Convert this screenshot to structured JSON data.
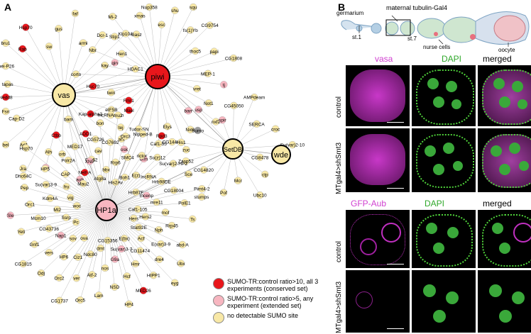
{
  "panels": {
    "a": "A",
    "b": "B"
  },
  "colors": {
    "conserved": "#e8161b",
    "extended": "#f7b6c0",
    "none": "#f8e8a6",
    "sumo": "#9c9c9c",
    "vasa": "#d040d0",
    "dapi": "#4fd23a"
  },
  "hubs": [
    {
      "id": "vas",
      "label": "vas"
    },
    {
      "id": "piwi",
      "label": "piwi"
    },
    {
      "id": "setdb",
      "label": "SetDB"
    },
    {
      "id": "wde",
      "label": "wde"
    },
    {
      "id": "hp1a",
      "label": "HP1a"
    }
  ],
  "nodes": [
    {
      "label": "eIF5B",
      "cat": "none",
      "hub": "vas"
    },
    {
      "label": "tej",
      "cat": "none",
      "hub": "vas"
    },
    {
      "label": "osk",
      "cat": "extended",
      "hub": "vas"
    },
    {
      "label": "CG5726",
      "cat": "none",
      "hub": "vas"
    },
    {
      "label": "Rm62",
      "cat": "none",
      "hub": "vas"
    },
    {
      "label": "aub",
      "cat": "extended",
      "hub": "vas"
    },
    {
      "label": "orb",
      "cat": "none",
      "hub": "vas"
    },
    {
      "label": "otu",
      "cat": "extended",
      "hub": "vas"
    },
    {
      "label": "Dhc64C",
      "cat": "none",
      "hub": "vas"
    },
    {
      "label": "Arl1",
      "cat": "none",
      "hub": "vas"
    },
    {
      "label": "bel",
      "cat": "none",
      "hub": "vas"
    },
    {
      "label": "Cap-D2",
      "cat": "none",
      "hub": "vas"
    },
    {
      "label": "Fsn",
      "cat": "none",
      "hub": "vas"
    },
    {
      "label": "Nedd8",
      "cat": "conserved",
      "hub": "vas"
    },
    {
      "label": "tapas",
      "cat": "none",
      "hub": "vas"
    },
    {
      "label": "mei-P26",
      "cat": "none",
      "hub": "vas"
    },
    {
      "label": "bru1",
      "cat": "none",
      "hub": "vas"
    },
    {
      "label": "Rab",
      "cat": "conserved",
      "hub": "vas"
    },
    {
      "label": "Hsp70",
      "cat": "conserved",
      "hub": "vas"
    },
    {
      "label": "sw",
      "cat": "none",
      "hub": "vas"
    },
    {
      "label": "gus",
      "cat": "none",
      "hub": "vas"
    },
    {
      "label": "faf",
      "cat": "none",
      "hub": "vas"
    },
    {
      "label": "armi",
      "cat": "none",
      "hub": "vas"
    },
    {
      "label": "Dcr-1",
      "cat": "none",
      "hub": "vas"
    },
    {
      "label": "Klp10A",
      "cat": "none",
      "hub": "vas"
    },
    {
      "label": "qin",
      "cat": "extended",
      "hub": "vas"
    },
    {
      "label": "HDAC1",
      "cat": "none",
      "hub": "vas"
    },
    {
      "label": "cup",
      "cat": "extended",
      "hub": "vas"
    },
    {
      "label": "Fmr1",
      "cat": "conserved",
      "hub": "vas"
    },
    {
      "label": "vret",
      "cat": "none",
      "hub": "piwi"
    },
    {
      "label": "Not1",
      "cat": "none",
      "hub": "piwi"
    },
    {
      "label": "nxf2",
      "cat": "none",
      "hub": "piwi"
    },
    {
      "label": "barr",
      "cat": "extended",
      "hub": "piwi"
    },
    {
      "label": "Nxt1",
      "cat": "none",
      "hub": "piwi"
    },
    {
      "label": "zuc",
      "cat": "none",
      "hub": "piwi"
    },
    {
      "label": "Elys",
      "cat": "none",
      "hub": "piwi"
    },
    {
      "label": "Caf1-55",
      "cat": "none",
      "hub": "piwi"
    },
    {
      "label": "brm",
      "cat": "extended",
      "hub": "piwi"
    },
    {
      "label": "Tudor-SN",
      "cat": "none",
      "hub": "piwi"
    },
    {
      "label": "arx",
      "cat": "none",
      "hub": "piwi"
    },
    {
      "label": "Mael",
      "cat": "conserved",
      "hub": "piwi"
    },
    {
      "label": "lncRNA:flam",
      "cat": "none",
      "hub": "piwi"
    },
    {
      "label": "Kap-alpha3",
      "cat": "conserved",
      "hub": "piwi"
    },
    {
      "label": "twin",
      "cat": "none",
      "hub": "piwi"
    },
    {
      "label": "Hsc70",
      "cat": "conserved",
      "hub": "piwi"
    },
    {
      "label": "corto",
      "cat": "none",
      "hub": "piwi"
    },
    {
      "label": "kay",
      "cat": "none",
      "hub": "piwi"
    },
    {
      "label": "Nbr",
      "cat": "none",
      "hub": "piwi"
    },
    {
      "label": "Hen1",
      "cat": "none",
      "hub": "piwi"
    },
    {
      "label": "Stip1",
      "cat": "none",
      "hub": "piwi"
    },
    {
      "label": "Mi-2",
      "cat": "none",
      "hub": "piwi"
    },
    {
      "label": "Gasz",
      "cat": "none",
      "hub": "piwi"
    },
    {
      "label": "xmas",
      "cat": "none",
      "hub": "piwi"
    },
    {
      "label": "Nup358",
      "cat": "none",
      "hub": "piwi"
    },
    {
      "label": "esc",
      "cat": "none",
      "hub": "piwi"
    },
    {
      "label": "shu",
      "cat": "none",
      "hub": "piwi"
    },
    {
      "label": "squ",
      "cat": "none",
      "hub": "piwi"
    },
    {
      "label": "fs(1)Yb",
      "cat": "none",
      "hub": "piwi"
    },
    {
      "label": "CG9754",
      "cat": "none",
      "hub": "piwi"
    },
    {
      "label": "thoc5",
      "cat": "none",
      "hub": "piwi"
    },
    {
      "label": "papi",
      "cat": "none",
      "hub": "piwi"
    },
    {
      "label": "CG1808",
      "cat": "none",
      "hub": "piwi"
    },
    {
      "label": "MEP-1",
      "cat": "none",
      "hub": "piwi"
    },
    {
      "label": "CG8478",
      "cat": "none",
      "hub": "setdb"
    },
    {
      "label": "ctp",
      "cat": "none",
      "hub": "setdb"
    },
    {
      "label": "Ubc10",
      "cat": "none",
      "hub": "setdb"
    },
    {
      "label": "Mcr",
      "cat": "none",
      "hub": "setdb"
    },
    {
      "label": "Pof",
      "cat": "none",
      "hub": "setdb"
    },
    {
      "label": "stumps",
      "cat": "none",
      "hub": "setdb"
    },
    {
      "label": "CG14820",
      "cat": "none",
      "hub": "setdb"
    },
    {
      "label": "Zasp52",
      "cat": "none",
      "hub": "setdb"
    },
    {
      "label": "CG14464",
      "cat": "none",
      "hub": "setdb"
    },
    {
      "label": "Sumo",
      "cat": "sumo",
      "hub": "setdb"
    },
    {
      "label": "usp",
      "cat": "extended",
      "hub": "setdb"
    },
    {
      "label": "spir",
      "cat": "extended",
      "hub": "setdb"
    },
    {
      "label": "CG45050",
      "cat": "none",
      "hub": "setdb"
    },
    {
      "label": "AMPdeam",
      "cat": "none",
      "hub": "setdb"
    },
    {
      "label": "SERCA",
      "cat": "none",
      "hub": "setdb"
    },
    {
      "label": "croc",
      "cat": "none",
      "hub": "setdb"
    },
    {
      "label": "Hers",
      "cat": "none",
      "hub": "hp1a"
    },
    {
      "label": "Nph",
      "cat": "none",
      "hub": "hp1a"
    },
    {
      "label": "abd-A",
      "cat": "none",
      "hub": "hp1a"
    },
    {
      "label": "Stat92E",
      "cat": "none",
      "hub": "hp1a"
    },
    {
      "label": "E(var)3-9",
      "cat": "none",
      "hub": "hp1a"
    },
    {
      "label": "Ubx",
      "cat": "none",
      "hub": "hp1a"
    },
    {
      "label": "Acf",
      "cat": "none",
      "hub": "hp1a"
    },
    {
      "label": "dre4",
      "cat": "none",
      "hub": "hp1a"
    },
    {
      "label": "eyg",
      "cat": "none",
      "hub": "hp1a"
    },
    {
      "label": "CG11474",
      "cat": "none",
      "hub": "hp1a"
    },
    {
      "label": "HIPP1",
      "cat": "none",
      "hub": "hp1a"
    },
    {
      "label": "E(bx)",
      "cat": "none",
      "hub": "hp1a"
    },
    {
      "label": "Hmr",
      "cat": "none",
      "hub": "hp1a"
    },
    {
      "label": "MED26",
      "cat": "conserved",
      "hub": "hp1a"
    },
    {
      "label": "Su(var)3-7",
      "cat": "extended",
      "hub": "hp1a"
    },
    {
      "label": "Hcf",
      "cat": "none",
      "hub": "hp1a"
    },
    {
      "label": "HP4",
      "cat": "none",
      "hub": "hp1a"
    },
    {
      "label": "G9a",
      "cat": "extended",
      "hub": "hp1a"
    },
    {
      "label": "NSD",
      "cat": "none",
      "hub": "hp1a"
    },
    {
      "label": "CG15356",
      "cat": "none",
      "hub": "hp1a"
    },
    {
      "label": "nos",
      "cat": "none",
      "hub": "hp1a"
    },
    {
      "label": "Lam",
      "cat": "none",
      "hub": "hp1a"
    },
    {
      "label": "dmt",
      "cat": "none",
      "hub": "hp1a"
    },
    {
      "label": "Atf-2",
      "cat": "none",
      "hub": "hp1a"
    },
    {
      "label": "Orc5",
      "cat": "none",
      "hub": "hp1a"
    },
    {
      "label": "Ndc80",
      "cat": "none",
      "hub": "hp1a"
    },
    {
      "label": "ver",
      "cat": "none",
      "hub": "hp1a"
    },
    {
      "label": "CG1737",
      "cat": "none",
      "hub": "hp1a"
    },
    {
      "label": "Ciz1",
      "cat": "none",
      "hub": "hp1a"
    },
    {
      "label": "Orc2",
      "cat": "none",
      "hub": "hp1a"
    },
    {
      "label": "ova",
      "cat": "none",
      "hub": "hp1a"
    },
    {
      "label": "HP6",
      "cat": "none",
      "hub": "hp1a"
    },
    {
      "label": "Odj",
      "cat": "none",
      "hub": "hp1a"
    },
    {
      "label": "sov",
      "cat": "none",
      "hub": "hp1a"
    },
    {
      "label": "vers",
      "cat": "none",
      "hub": "hp1a"
    },
    {
      "label": "CG1815",
      "cat": "none",
      "hub": "hp1a"
    },
    {
      "label": "Nap1",
      "cat": "extended",
      "hub": "hp1a"
    },
    {
      "label": "Gnf1",
      "cat": "none",
      "hub": "hp1a"
    },
    {
      "label": "Pc",
      "cat": "none",
      "hub": "hp1a"
    },
    {
      "label": "CG43736",
      "cat": "none",
      "hub": "hp1a"
    },
    {
      "label": "Yeti",
      "cat": "none",
      "hub": "hp1a"
    },
    {
      "label": "Ssrp",
      "cat": "none",
      "hub": "hp1a"
    },
    {
      "label": "Mcm10",
      "cat": "none",
      "hub": "hp1a"
    },
    {
      "label": "Sle",
      "cat": "extended",
      "hub": "hp1a"
    },
    {
      "label": "Ml2",
      "cat": "none",
      "hub": "hp1a"
    },
    {
      "label": "Orc1",
      "cat": "none",
      "hub": "hp1a"
    },
    {
      "label": "woc",
      "cat": "none",
      "hub": "hp1a"
    },
    {
      "label": "Kdm4A",
      "cat": "none",
      "hub": "hp1a"
    },
    {
      "label": "Pep",
      "cat": "none",
      "hub": "hp1a"
    },
    {
      "label": "vig",
      "cat": "none",
      "hub": "hp1a"
    },
    {
      "label": "Su(var)3-9",
      "cat": "none",
      "hub": "hp1a"
    },
    {
      "label": "Jra",
      "cat": "none",
      "hub": "hp1a"
    },
    {
      "label": "fru",
      "cat": "none",
      "hub": "hp1a"
    },
    {
      "label": "HP5",
      "cat": "none",
      "hub": "hp1a"
    },
    {
      "label": "Hsp70",
      "cat": "none",
      "hub": "hp1a"
    },
    {
      "label": "CAP",
      "cat": "none",
      "hub": "hp1a"
    },
    {
      "label": "Alh",
      "cat": "none",
      "hub": "hp1a"
    },
    {
      "label": "Mau2",
      "cat": "none",
      "hub": "hp1a"
    },
    {
      "label": "Polr2A",
      "cat": "none",
      "hub": "hp1a"
    },
    {
      "label": "Ctbp",
      "cat": "conserved",
      "hub": "hp1a"
    },
    {
      "label": "Nelf-A",
      "cat": "conserved",
      "hub": "hp1a"
    },
    {
      "label": "MED17",
      "cat": "none",
      "hub": "hp1a"
    },
    {
      "label": "bam",
      "cat": "none",
      "hub": "hp1a"
    },
    {
      "label": "XNP",
      "cat": "extended",
      "hub": "hp1a"
    },
    {
      "label": "ADD1",
      "cat": "conserved",
      "hub": "hp1a"
    },
    {
      "label": "Atg8a",
      "cat": "none",
      "hub": "hp1a"
    },
    {
      "label": "cav",
      "cat": "none",
      "hub": "hp1a"
    },
    {
      "label": "bon",
      "cat": "none",
      "hub": "hp1a"
    },
    {
      "label": "bbx",
      "cat": "none",
      "hub": "hp1a"
    },
    {
      "label": "CG7692",
      "cat": "none",
      "hub": "hp1a"
    },
    {
      "label": "mu2",
      "cat": "none",
      "hub": "hp1a"
    },
    {
      "label": "Rrp6",
      "cat": "none",
      "hub": "hp1a"
    },
    {
      "label": "Orc3",
      "cat": "none",
      "hub": "hp1a"
    },
    {
      "label": "His2Av",
      "cat": "none",
      "hub": "hp1a"
    },
    {
      "label": "SMC4",
      "cat": "none",
      "hub": "hp1a"
    },
    {
      "label": "Nipped-B",
      "cat": "none",
      "hub": "hp1a"
    },
    {
      "label": "Boh1",
      "cat": "none",
      "hub": "hp1a"
    },
    {
      "label": "rictor",
      "cat": "none",
      "hub": "hp1a"
    },
    {
      "label": "Rpd3",
      "cat": "conserved",
      "hub": "hp1a"
    },
    {
      "label": "E(z)",
      "cat": "none",
      "hub": "hp1a"
    },
    {
      "label": "Su(z)12",
      "cat": "none",
      "hub": "hp1a"
    },
    {
      "label": "His1",
      "cat": "none",
      "hub": "hp1a"
    },
    {
      "label": "lncRNA",
      "cat": "none",
      "hub": "hp1a"
    },
    {
      "label": "Su(var)2-HP2",
      "cat": "none",
      "hub": "hp1a"
    },
    {
      "label": "Hrb87F",
      "cat": "none",
      "hub": "hp1a"
    },
    {
      "label": "Hrb98DE",
      "cat": "none",
      "hub": "hp1a"
    },
    {
      "label": "Sce",
      "cat": "none",
      "hub": "hp1a"
    },
    {
      "label": "Incenp",
      "cat": "extended",
      "hub": "hp1a"
    },
    {
      "label": "CG18004",
      "cat": "none",
      "hub": "hp1a"
    },
    {
      "label": "Pimt4-2",
      "cat": "none",
      "hub": "hp1a"
    },
    {
      "label": "mre11",
      "cat": "none",
      "hub": "hp1a"
    },
    {
      "label": "PolE1",
      "cat": "none",
      "hub": "hp1a"
    },
    {
      "label": "Caf1-105",
      "cat": "none",
      "hub": "hp1a"
    },
    {
      "label": "mof",
      "cat": "none",
      "hub": "hp1a"
    },
    {
      "label": "Ts",
      "cat": "none",
      "hub": "hp1a"
    },
    {
      "label": "Hers2",
      "cat": "none",
      "hub": "hp1a"
    },
    {
      "label": "Rrp45",
      "cat": "none",
      "hub": "hp1a"
    },
    {
      "label": "tj",
      "cat": "extended",
      "hub": "piwi"
    },
    {
      "label": "Su(var)2-10",
      "cat": "none",
      "hub": "setdb"
    }
  ],
  "legend": [
    {
      "cat": "conserved",
      "text": "SUMO-TR:control ratio>10, all 3 experiments (conserved set)"
    },
    {
      "cat": "extended",
      "text": "SUMO-TR:control ratio>5, any experiment (extended set)"
    },
    {
      "cat": "none",
      "text": "no detectable SUMO site"
    }
  ],
  "schematic": {
    "germarium": "germarium",
    "driver": "maternal tubulin-Gal4",
    "st1": "st.1",
    "st7": "st.7",
    "nurse": "nurse cells",
    "oocyte": "oocyte"
  },
  "top_block": {
    "channels": [
      "vasa",
      "DAPI",
      "merged"
    ],
    "rows": [
      "control",
      "MTgal4>shSmt3"
    ]
  },
  "bottom_block": {
    "channels": [
      "GFP-Aub",
      "DAPI",
      "merged"
    ],
    "rows": [
      "control",
      "MTgal4>shSmt3"
    ]
  }
}
